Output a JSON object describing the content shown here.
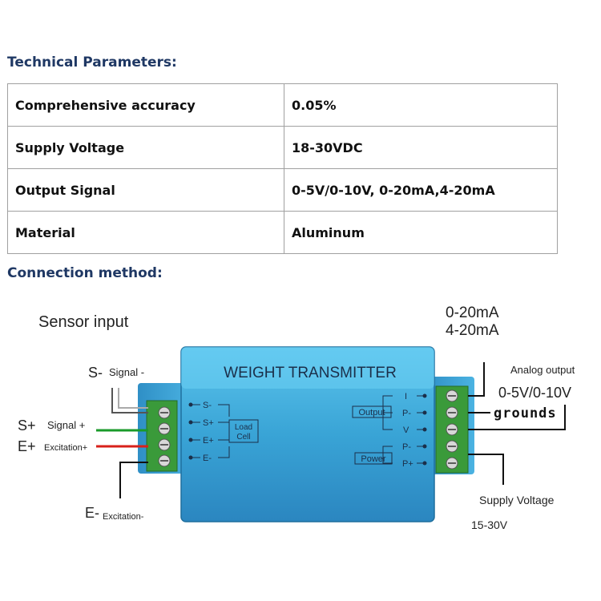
{
  "technical_heading": "Technical Parameters:",
  "parameters": [
    {
      "name": "Comprehensive accuracy",
      "value": "0.05%"
    },
    {
      "name": "Supply Voltage",
      "value": "18-30VDC"
    },
    {
      "name": "Output Signal",
      "value": "0-5V/0-10V, 0-20mA,4-20mA"
    },
    {
      "name": "Material",
      "value": "Aluminum"
    }
  ],
  "connection_heading": "Connection method:",
  "diagram": {
    "sensor_input": "Sensor input",
    "device_title": "WEIGHT TRANSMITTER",
    "left_terminals": [
      "S-",
      "S+",
      "E+",
      "E-"
    ],
    "load_cell_line1": "Load",
    "load_cell_line2": "Cell",
    "output_label": "Output",
    "output_terminals": [
      "I",
      "P-",
      "V"
    ],
    "power_label": "Power",
    "power_terminals": [
      "P-",
      "P+"
    ],
    "s_minus": {
      "pin": "S-",
      "text": "Signal -"
    },
    "s_plus": {
      "pin": "S+",
      "text": "Signal +"
    },
    "e_plus": {
      "pin": "E+",
      "text": "Excitation+"
    },
    "e_minus": {
      "pin": "E-",
      "text": "Excitation-"
    },
    "current_out_1": "0-20mA",
    "current_out_2": "4-20mA",
    "analog_output": "Analog output",
    "voltage_out": "0-5V/0-10V",
    "grounds": "grounds",
    "supply_voltage": "Supply Voltage",
    "supply_range": "15-30V",
    "colors": {
      "heading": "#1f3864",
      "housing": "#3aa6d8",
      "terminal": "#3a9a3a",
      "wire_green": "#1a9a2a",
      "wire_red": "#d8201a"
    }
  }
}
